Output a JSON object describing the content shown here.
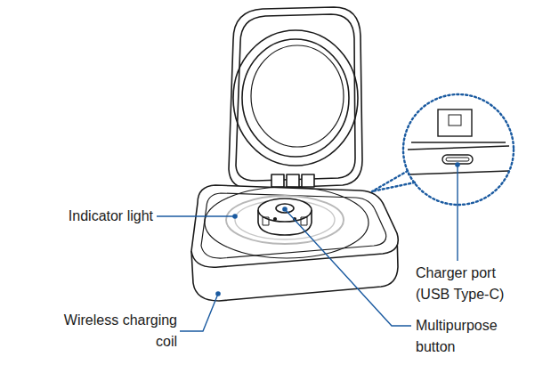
{
  "diagram": {
    "labels": [
      "Indicator light",
      "Wireless charging coil",
      "Charger port (USB Type-C)",
      "Multipurpose button"
    ]
  }
}
